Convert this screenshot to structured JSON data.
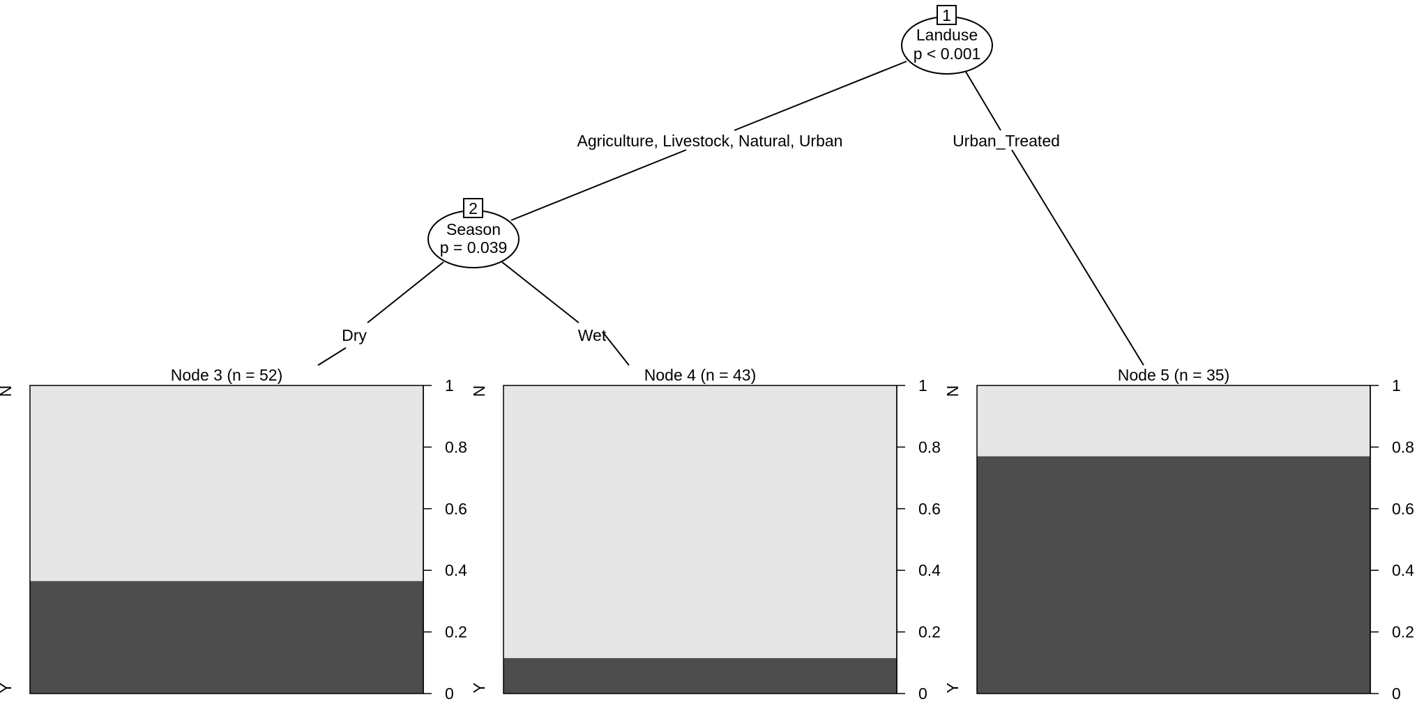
{
  "tree": {
    "inner_nodes": [
      {
        "id": "1",
        "variable": "Landuse",
        "p_text": "p < 0.001"
      },
      {
        "id": "2",
        "variable": "Season",
        "p_text": "p = 0.039"
      }
    ],
    "edges": [
      {
        "from": "1",
        "to": "2",
        "label": "Agriculture, Livestock, Natural, Urban"
      },
      {
        "from": "1",
        "to": "5",
        "label": "Urban_Treated"
      },
      {
        "from": "2",
        "to": "3",
        "label": "Dry"
      },
      {
        "from": "2",
        "to": "4",
        "label": "Wet"
      }
    ]
  },
  "chart_data": {
    "type": "bar",
    "stacked": true,
    "levels": [
      "N",
      "Y"
    ],
    "ylim": [
      0,
      1
    ],
    "yticks": [
      "0",
      "0.2",
      "0.4",
      "0.6",
      "0.8",
      "1"
    ],
    "colors": {
      "N": "#e6e6e6",
      "Y": "#4d4d4d"
    },
    "panels": [
      {
        "node": "3",
        "title": "Node 3 (n = 52)",
        "proportion_Y": 0.365
      },
      {
        "node": "4",
        "title": "Node 4 (n = 43)",
        "proportion_Y": 0.115
      },
      {
        "node": "5",
        "title": "Node 5 (n = 35)",
        "proportion_Y": 0.77
      }
    ]
  }
}
